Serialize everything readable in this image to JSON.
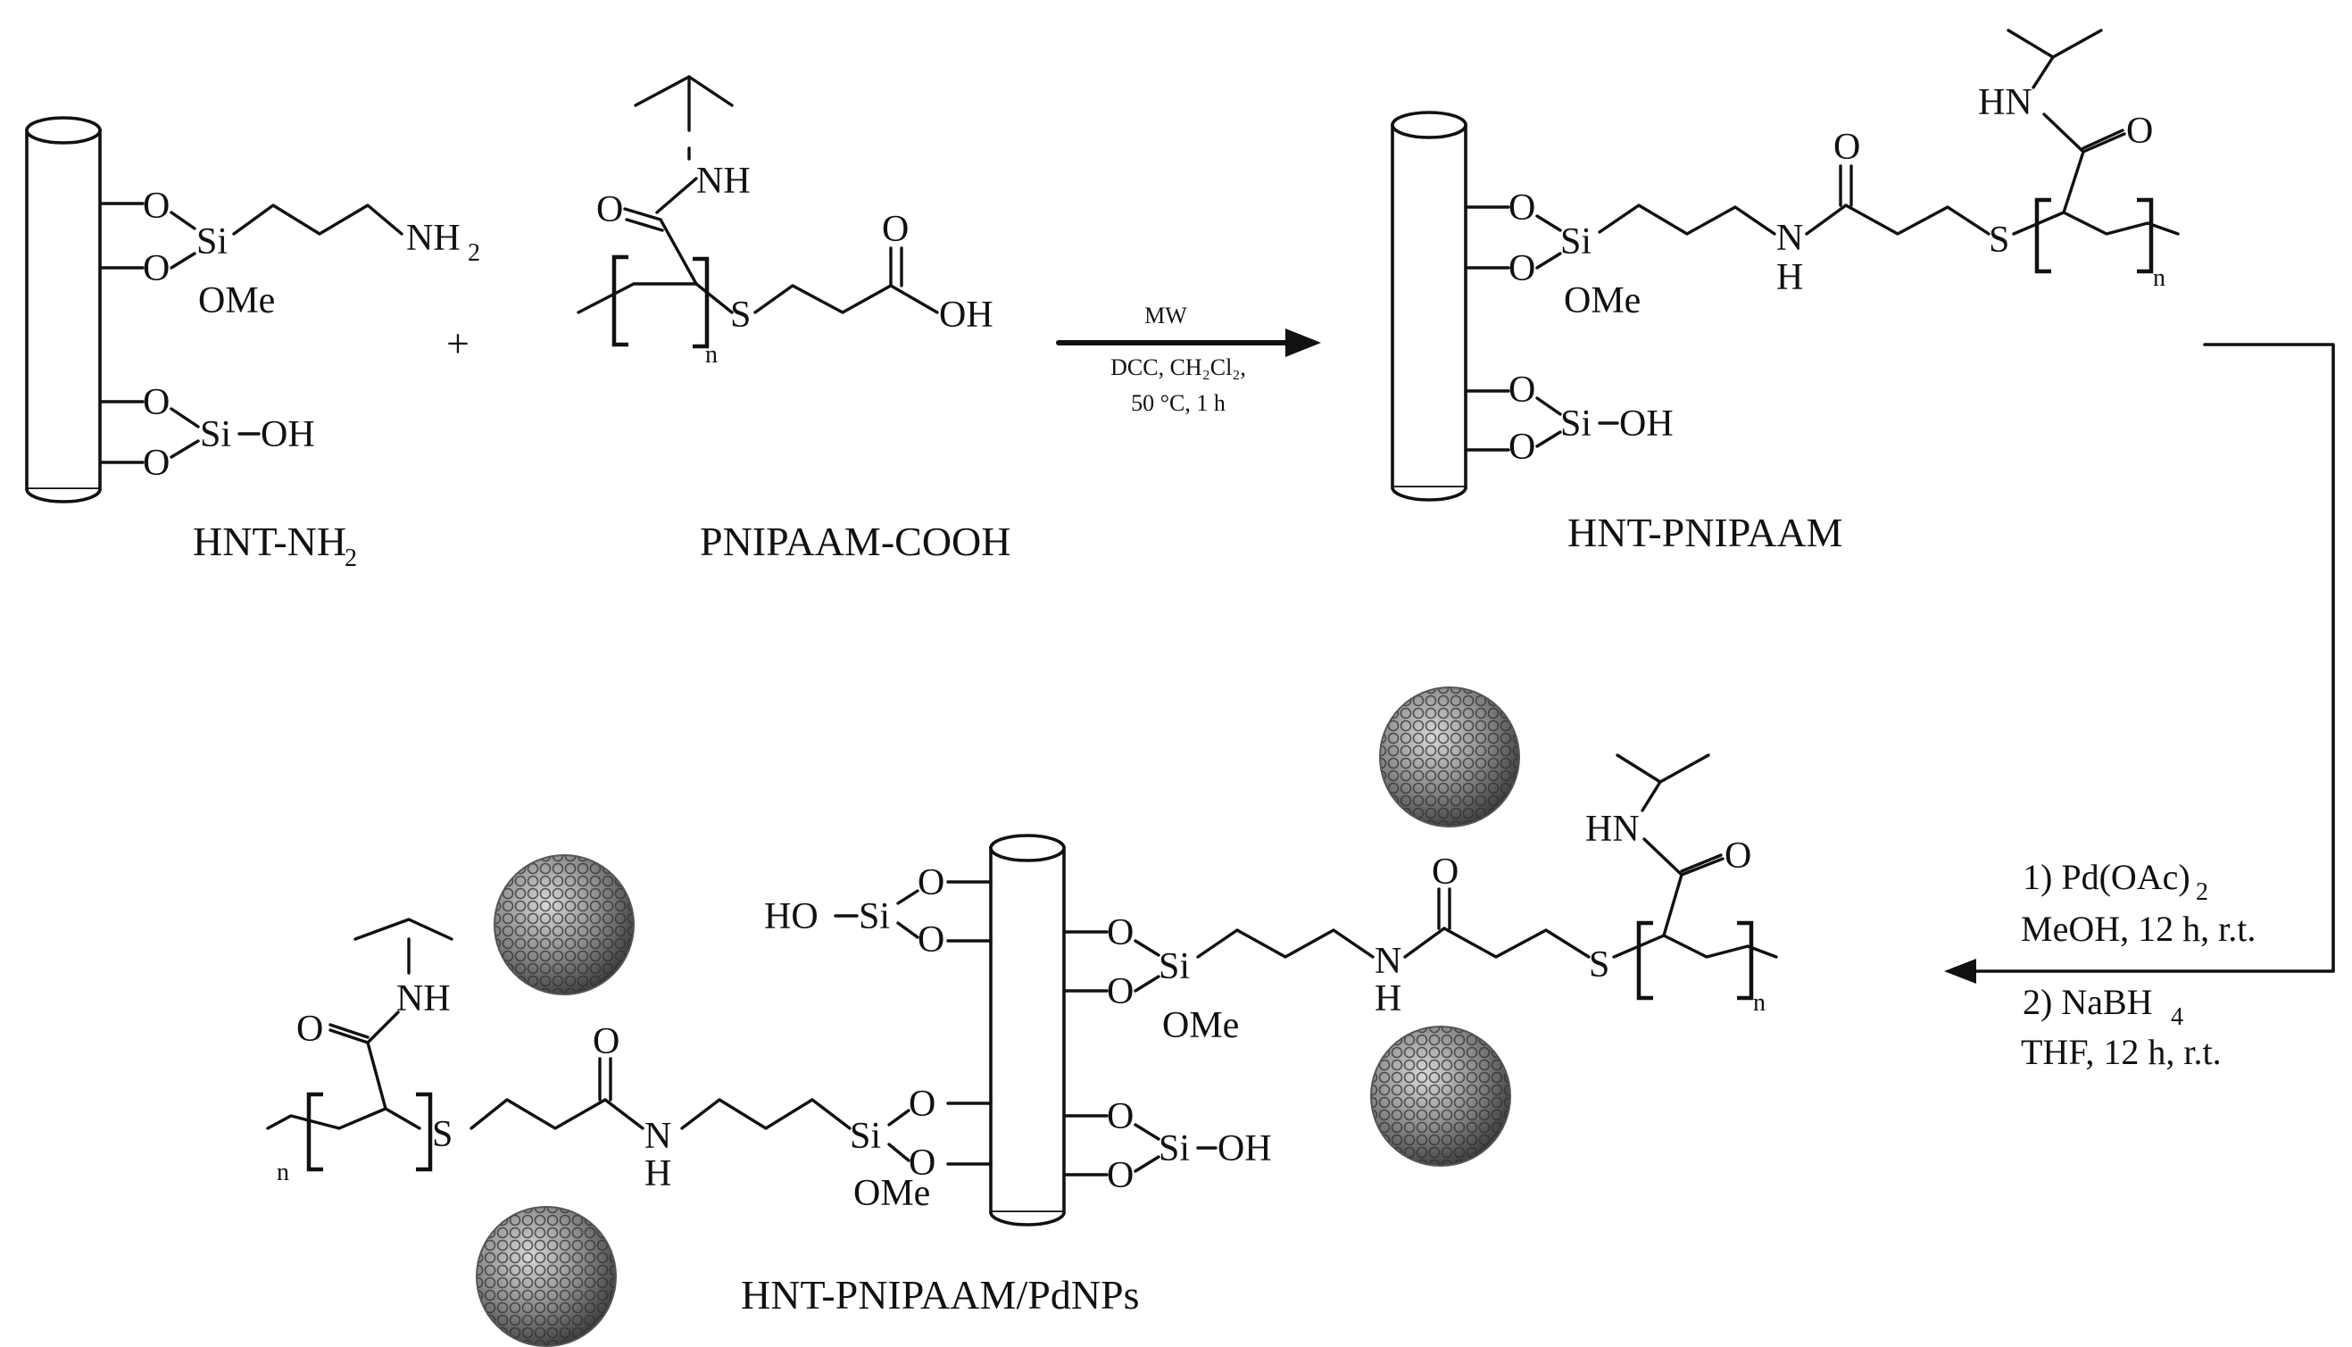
{
  "compounds": {
    "hnt_nh2": "HNT-NH",
    "hnt_nh2_sub": "2",
    "pnipaam_cooh": "PNIPAAM-COOH",
    "hnt_pnipaam": "HNT-PNIPAAM",
    "final": "HNT-PNIPAAM/PdNPs"
  },
  "atoms": {
    "O": "O",
    "Si": "Si",
    "OMe": "OMe",
    "OH": "OH",
    "NH": "NH",
    "HN": "HN",
    "N": "N",
    "H": "H",
    "S": "S",
    "NH2": "NH",
    "NH2_sub": "2",
    "HO": "HO",
    "n": "n",
    "plus": "+"
  },
  "step1": {
    "line1": "MW",
    "line2": "DCC, CH₂Cl₂,",
    "line3": "50 °C, 1 h"
  },
  "step2": {
    "line1": "1) Pd(OAc)",
    "line1_sub": "2",
    "line2": "MeOH, 12 h, r.t.",
    "line3": "2) NaBH",
    "line3_sub": "4",
    "line4": "THF, 12 h, r.t."
  },
  "colors": {
    "ink": "#111111",
    "nanoparticle": "#8a8a8a",
    "nanoparticle_dark": "#4a4a4a"
  },
  "icons": {
    "nanotube": "halloysite-nanotube",
    "nanoparticle": "pd-nanoparticle"
  }
}
